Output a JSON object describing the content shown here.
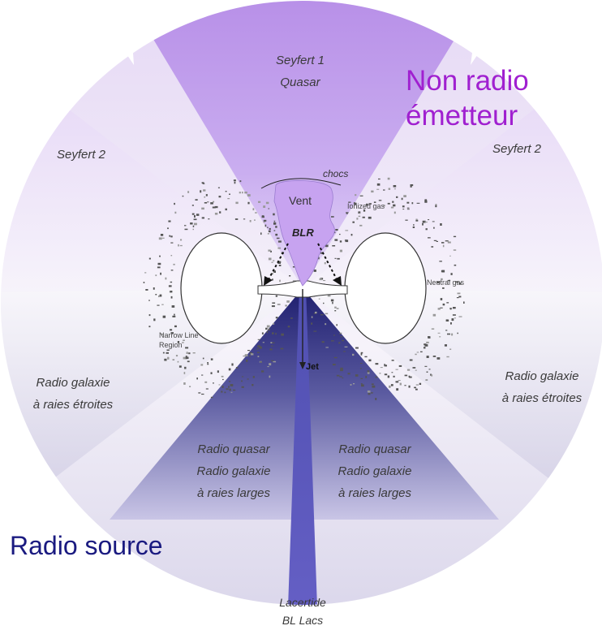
{
  "colors": {
    "background": "#ffffff",
    "outer_disk": "#f1ebf7",
    "seyfert1_cone": "#b58ee6",
    "radio_cone": "#2a2a7a",
    "jet_beam": "#5a55bb",
    "torus_line": "#333333",
    "non_radio_title": "#a020d0",
    "radio_source_title": "#1a1a80"
  },
  "titles": {
    "non_radio_line1": "Non radio",
    "non_radio_line2": "émetteur",
    "radio_source": "Radio source"
  },
  "regions": {
    "seyfert1": [
      "Seyfert 1",
      "Quasar"
    ],
    "seyfert2_left": "Seyfert 2",
    "seyfert2_right": "Seyfert 2",
    "narrow_left": [
      "Radio galaxie",
      "à raies étroites"
    ],
    "narrow_right": [
      "Radio galaxie",
      "à raies étroites"
    ],
    "broad_left": [
      "Radio quasar",
      "Radio galaxie",
      "à raies larges"
    ],
    "broad_right": [
      "Radio quasar",
      "Radio galaxie",
      "à raies larges"
    ],
    "blazar": [
      "Lacertide",
      "BL Lacs"
    ]
  },
  "core": {
    "chocs": "chocs",
    "vent": "Vent",
    "blr": "BLR",
    "jet": "Jet",
    "ionized_gas": "Ionized gas",
    "neutral_gas": "Neutral gas",
    "narrow_line_region": [
      "Narrow Line",
      "Region"
    ]
  }
}
